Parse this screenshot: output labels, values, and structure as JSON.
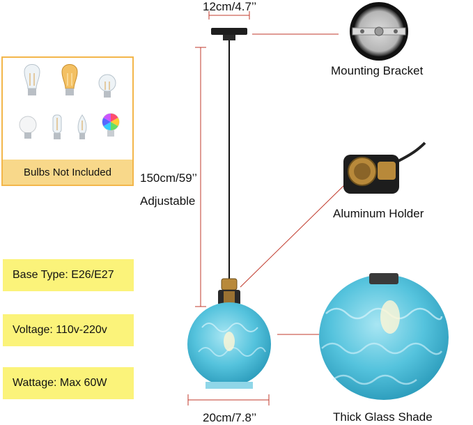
{
  "dimensions": {
    "canopy": "12cm/4.7’’",
    "height": "150cm/59’’",
    "height_note": "Adjustable",
    "shade": "20cm/7.8’’"
  },
  "callouts": {
    "mounting_bracket": "Mounting Bracket",
    "holder": "Aluminum Holder",
    "glass": "Thick Glass Shade"
  },
  "bulbs_panel": {
    "caption": "Bulbs Not Included",
    "icons": [
      "st64-edison-bulb-icon",
      "st64-amber-bulb-icon",
      "a19-filament-bulb-icon",
      "g25-globe-bulb-icon",
      "t10-tube-bulb-icon",
      "candle-bulb-icon",
      "rgb-smart-bulb-icon"
    ]
  },
  "specs": {
    "base_type": "Base Type: E26/E27",
    "voltage": "Voltage: 110v-220v",
    "wattage": "Wattage: Max 60W"
  },
  "colors": {
    "panel_border": "#f3b64a",
    "panel_caption_bg": "#f8d88a",
    "spec_box_bg": "#fbf37a",
    "dimension_line": "#c0392b",
    "glass": "#5fc6de",
    "brass": "#b8893a"
  }
}
